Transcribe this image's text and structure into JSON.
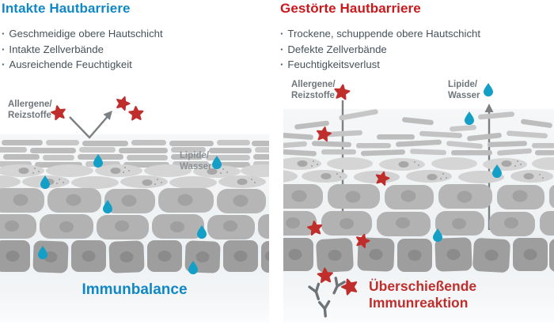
{
  "ui": {
    "bullet": "·"
  },
  "colors": {
    "brand_blue": "#1088c5",
    "brand_red": "#c9191d",
    "star_red": "#c02e2c",
    "droplet_teal": "#149fc6",
    "text_dark": "#46525a",
    "label_gray": "#70767a",
    "label_gray_light": "#8b9094",
    "arrow_gray": "#7c8083",
    "antibody_gray": "#6d7377"
  },
  "icons": {
    "allergen": "star-icon",
    "moisture": "droplet-icon",
    "deflect": "bounce-arrow-icon",
    "penetrate": "down-arrow-icon",
    "escape": "up-arrow-icon",
    "immune": "antibody-y-icon"
  },
  "left": {
    "title": "Intakte Hautbarriere",
    "bullets": [
      "Geschmeidige obere Hautschicht",
      "Intakte Zellverbände",
      "Ausreichende Feuchtigkeit"
    ],
    "labels": {
      "allergens_line1": "Allergene/",
      "allergens_line2": "Reizstoffe",
      "lipids_line1": "Lipide/",
      "lipids_line2": "Wasser"
    },
    "caption": "Immunbalance"
  },
  "right": {
    "title": "Gestörte Hautbarriere",
    "bullets": [
      "Trockene, schuppende obere Hautschicht",
      "Defekte Zellverbände",
      "Feuchtigkeitsverlust"
    ],
    "labels": {
      "allergens_line1": "Allergene/",
      "allergens_line2": "Reizstoffe",
      "lipids_line1": "Lipide/",
      "lipids_line2": "Wasser"
    },
    "caption_line1": "Überschießende",
    "caption_line2": "Immunreaktion"
  }
}
